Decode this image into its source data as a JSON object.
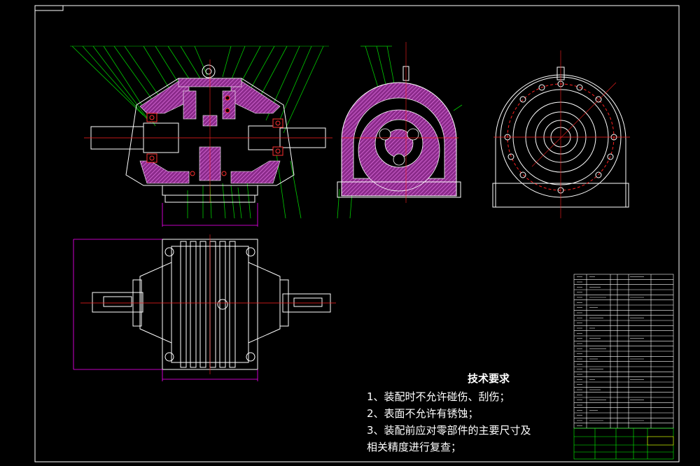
{
  "technical_requirements": {
    "title": "技术要求",
    "items": [
      "1、装配时不允许碰伤、刮伤；",
      "2、表面不允许有锈蚀；",
      "3、装配前应对零部件的主要尺寸及",
      "相关精度进行复查；"
    ]
  },
  "colors": {
    "background": "#000000",
    "outline": "#ffffff",
    "section_hatch": "#c040c0",
    "leader_lines": "#00ff00",
    "center_lines": "#ff0000",
    "dimensions": "#ff00ff"
  }
}
